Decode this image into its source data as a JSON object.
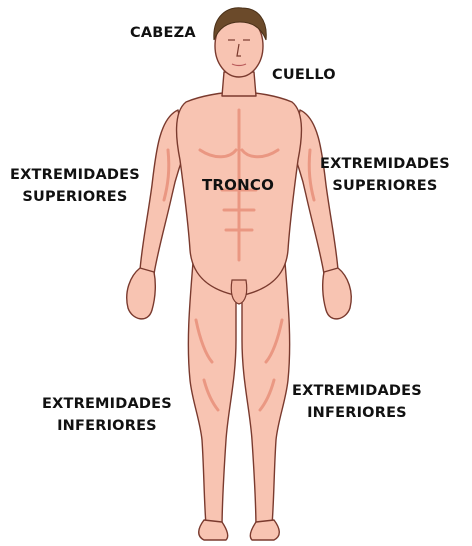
{
  "labels": {
    "cabeza": "CABEZA",
    "cuello": "CUELLO",
    "tronco": "TRONCO",
    "sup_left": [
      "EXTREMIDADES",
      "SUPERIORES"
    ],
    "sup_right": [
      "EXTREMIDADES",
      "SUPERIORES"
    ],
    "inf_left": [
      "EXTREMIDADES",
      "INFERIORES"
    ],
    "inf_right": [
      "EXTREMIDADES",
      "INFERIORES"
    ]
  },
  "colors": {
    "skin": "#f8c4b2",
    "skin_shadow": "#e8907a",
    "outline": "#7a3a2e",
    "hair": "#6b4a2a",
    "text": "#111111"
  }
}
